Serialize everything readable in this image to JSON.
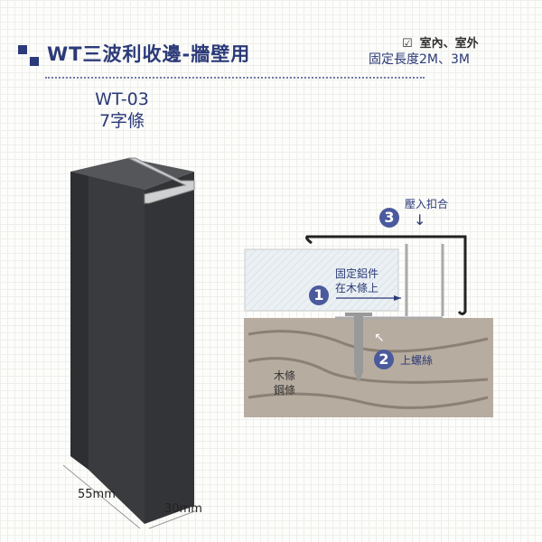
{
  "header": {
    "title": "WT三波利收邊-牆壁用",
    "usage": "室內、室外",
    "check_icon": "☑",
    "length": "固定長度2M、3M"
  },
  "product": {
    "model": "WT-03",
    "name": "7字條",
    "width_label": "55mm",
    "depth_label": "30mm"
  },
  "diagram": {
    "step1": {
      "num": "1",
      "label_line1": "固定鋁件",
      "label_line2": "在木條上"
    },
    "step2": {
      "num": "2",
      "label": "上螺絲"
    },
    "step3": {
      "num": "3",
      "label": "壓入扣合",
      "arrow": "↓"
    },
    "base_label_line1": "木條",
    "base_label_line2": "鋼條"
  },
  "colors": {
    "brand": "#2b3a78",
    "profile": "#3a3a3c"
  }
}
